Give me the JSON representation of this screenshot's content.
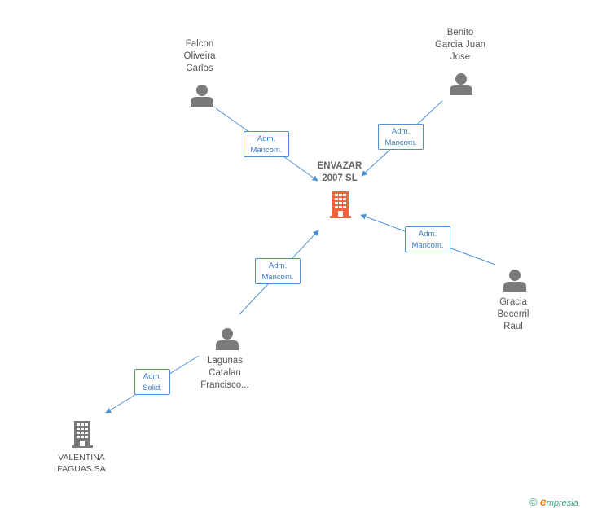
{
  "colors": {
    "edge": "#4a90d9",
    "person_icon": "#7a7a7a",
    "company_main": "#f0643c",
    "company_other": "#7a7a7a",
    "relation_text": "#3a7cc6"
  },
  "nodes": {
    "envazar": {
      "label_lines": [
        "ENVAZAR",
        "2007 SL"
      ],
      "icon": "building-icon"
    },
    "falcon": {
      "label_lines": [
        "Falcon",
        "Oliveira",
        "Carlos"
      ],
      "icon": "person-icon"
    },
    "benito": {
      "label_lines": [
        "Benito",
        "Garcia Juan",
        "Jose"
      ],
      "icon": "person-icon"
    },
    "gracia": {
      "label_lines": [
        "Gracia",
        "Becerril",
        "Raul"
      ],
      "icon": "person-icon"
    },
    "lagunas": {
      "label_lines": [
        "Lagunas",
        "Catalan",
        "Francisco..."
      ],
      "icon": "person-icon"
    },
    "valentina": {
      "label_lines": [
        "VALENTINA",
        "FAGUAS SA"
      ],
      "icon": "building-icon"
    }
  },
  "relations": {
    "falcon_envazar": [
      "Adm.",
      "Mancom."
    ],
    "benito_envazar": [
      "Adm.",
      "Mancom."
    ],
    "gracia_envazar": [
      "Adm.",
      "Mancom."
    ],
    "lagunas_envazar": [
      "Adm.",
      "Mancom."
    ],
    "lagunas_valentina": [
      "Adm.",
      "Solid."
    ]
  },
  "footer": {
    "copyright_symbol": "©",
    "brand_initial": "e",
    "brand_rest": "mpresia"
  }
}
